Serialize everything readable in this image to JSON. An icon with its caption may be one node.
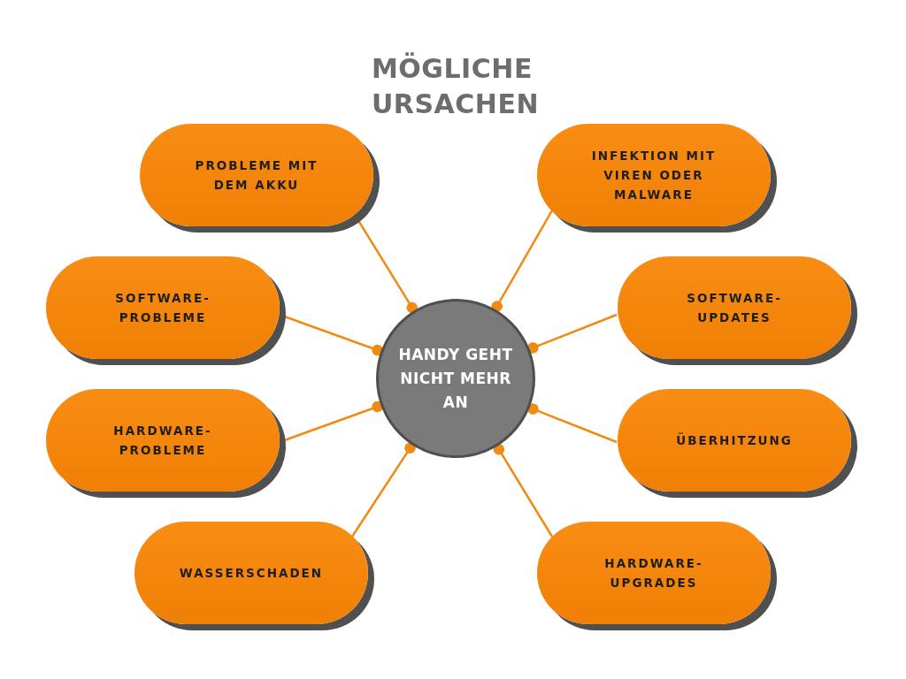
{
  "diagram": {
    "title": "MÖGLICHE URSACHEN",
    "nodes": [
      {
        "text": [
          "PROBLEME MIT DEM AKKU"
        ]
      },
      {
        "text": [
          "INFEKTION MIT VIREN ODER MALWARE"
        ]
      },
      {
        "text": [
          "SOFTWARE-PROBLEME"
        ]
      },
      {
        "text": [
          "SOFTWARE-UPDATES"
        ]
      },
      {
        "text": [
          "HANDY GEHT NICHT MEHR AN"
        ]
      },
      {
        "text": [
          "HARDWARE-PROBLEME"
        ]
      },
      {
        "text": [
          "ÜBERHITZUNG"
        ]
      },
      {
        "text": [
          "WASSERSCHADEN"
        ]
      },
      {
        "text": [
          "HARDWARE-UPGRADES"
        ]
      }
    ],
    "edges": [
      {
        "from": 0,
        "to": 4,
        "arrow": "other"
      },
      {
        "from": 1,
        "to": 4,
        "arrow": "other"
      },
      {
        "from": 2,
        "to": 4,
        "arrow": "other"
      },
      {
        "from": 3,
        "to": 4,
        "arrow": "other"
      },
      {
        "from": 5,
        "to": 4,
        "arrow": "other"
      },
      {
        "from": 6,
        "to": 4,
        "arrow": "other"
      },
      {
        "from": 7,
        "to": 4,
        "arrow": "other"
      },
      {
        "from": 8,
        "to": 4,
        "arrow": "other"
      }
    ]
  }
}
